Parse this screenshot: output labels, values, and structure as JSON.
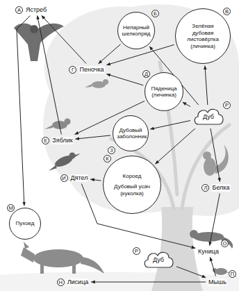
{
  "diagram": {
    "nodes": [
      {
        "text": [
          "А",
          "Ястреб"
        ]
      },
      {
        "text": [
          "Б",
          "Непарный шелкопряд"
        ]
      },
      {
        "text": [
          "В",
          "Зелёная дубовая листовёртка (личинка)"
        ]
      },
      {
        "text": [
          "Г",
          "Пеночка"
        ]
      },
      {
        "text": [
          "Д",
          "Пяденица (личинка)"
        ]
      },
      {
        "text": [
          "Е",
          "Зяблик"
        ]
      },
      {
        "text": [
          "З",
          "Дубовый заболонник"
        ]
      },
      {
        "text": [
          "И",
          "Дятел"
        ]
      },
      {
        "text": [
          "К",
          "Короед",
          "Дубовый усач (куколка)"
        ]
      },
      {
        "text": [
          "Л",
          "Белка"
        ]
      },
      {
        "text": [
          "М",
          "Пухоед"
        ]
      },
      {
        "text": [
          "Н",
          "Лисица"
        ]
      },
      {
        "text": [
          "О",
          "Куница"
        ]
      },
      {
        "text": [
          "П",
          "Мышь"
        ]
      },
      {
        "text": [
          "Р",
          "Дуб"
        ]
      },
      {
        "text": [
          "Р",
          "Дуб"
        ]
      }
    ],
    "edges": [
      {
        "from": 14,
        "to": 1,
        "arrow": "to"
      },
      {
        "from": 14,
        "to": 2,
        "arrow": "to"
      },
      {
        "from": 14,
        "to": 4,
        "arrow": "to"
      },
      {
        "from": 14,
        "to": 6,
        "arrow": "to"
      },
      {
        "from": 14,
        "to": 8,
        "arrow": "to"
      },
      {
        "from": 14,
        "to": 9,
        "arrow": "to"
      },
      {
        "from": 1,
        "to": 3,
        "arrow": "to"
      },
      {
        "from": 2,
        "to": 3,
        "arrow": "to"
      },
      {
        "from": 4,
        "to": 3,
        "arrow": "to"
      },
      {
        "from": 4,
        "to": 5,
        "arrow": "to"
      },
      {
        "from": 6,
        "to": 5,
        "arrow": "to"
      },
      {
        "from": 3,
        "to": 0,
        "arrow": "to"
      },
      {
        "from": 5,
        "to": 0,
        "arrow": "to"
      },
      {
        "from": 8,
        "to": 7,
        "arrow": "to"
      },
      {
        "from": 0,
        "to": 10,
        "arrow": "to"
      },
      {
        "from": 7,
        "to": 12,
        "arrow": "to"
      },
      {
        "from": 9,
        "to": 12,
        "arrow": "to"
      },
      {
        "from": 13,
        "to": 12,
        "arrow": "to"
      },
      {
        "from": 13,
        "to": 11,
        "arrow": "to"
      },
      {
        "from": 15,
        "to": 13,
        "arrow": "to"
      }
    ]
  }
}
